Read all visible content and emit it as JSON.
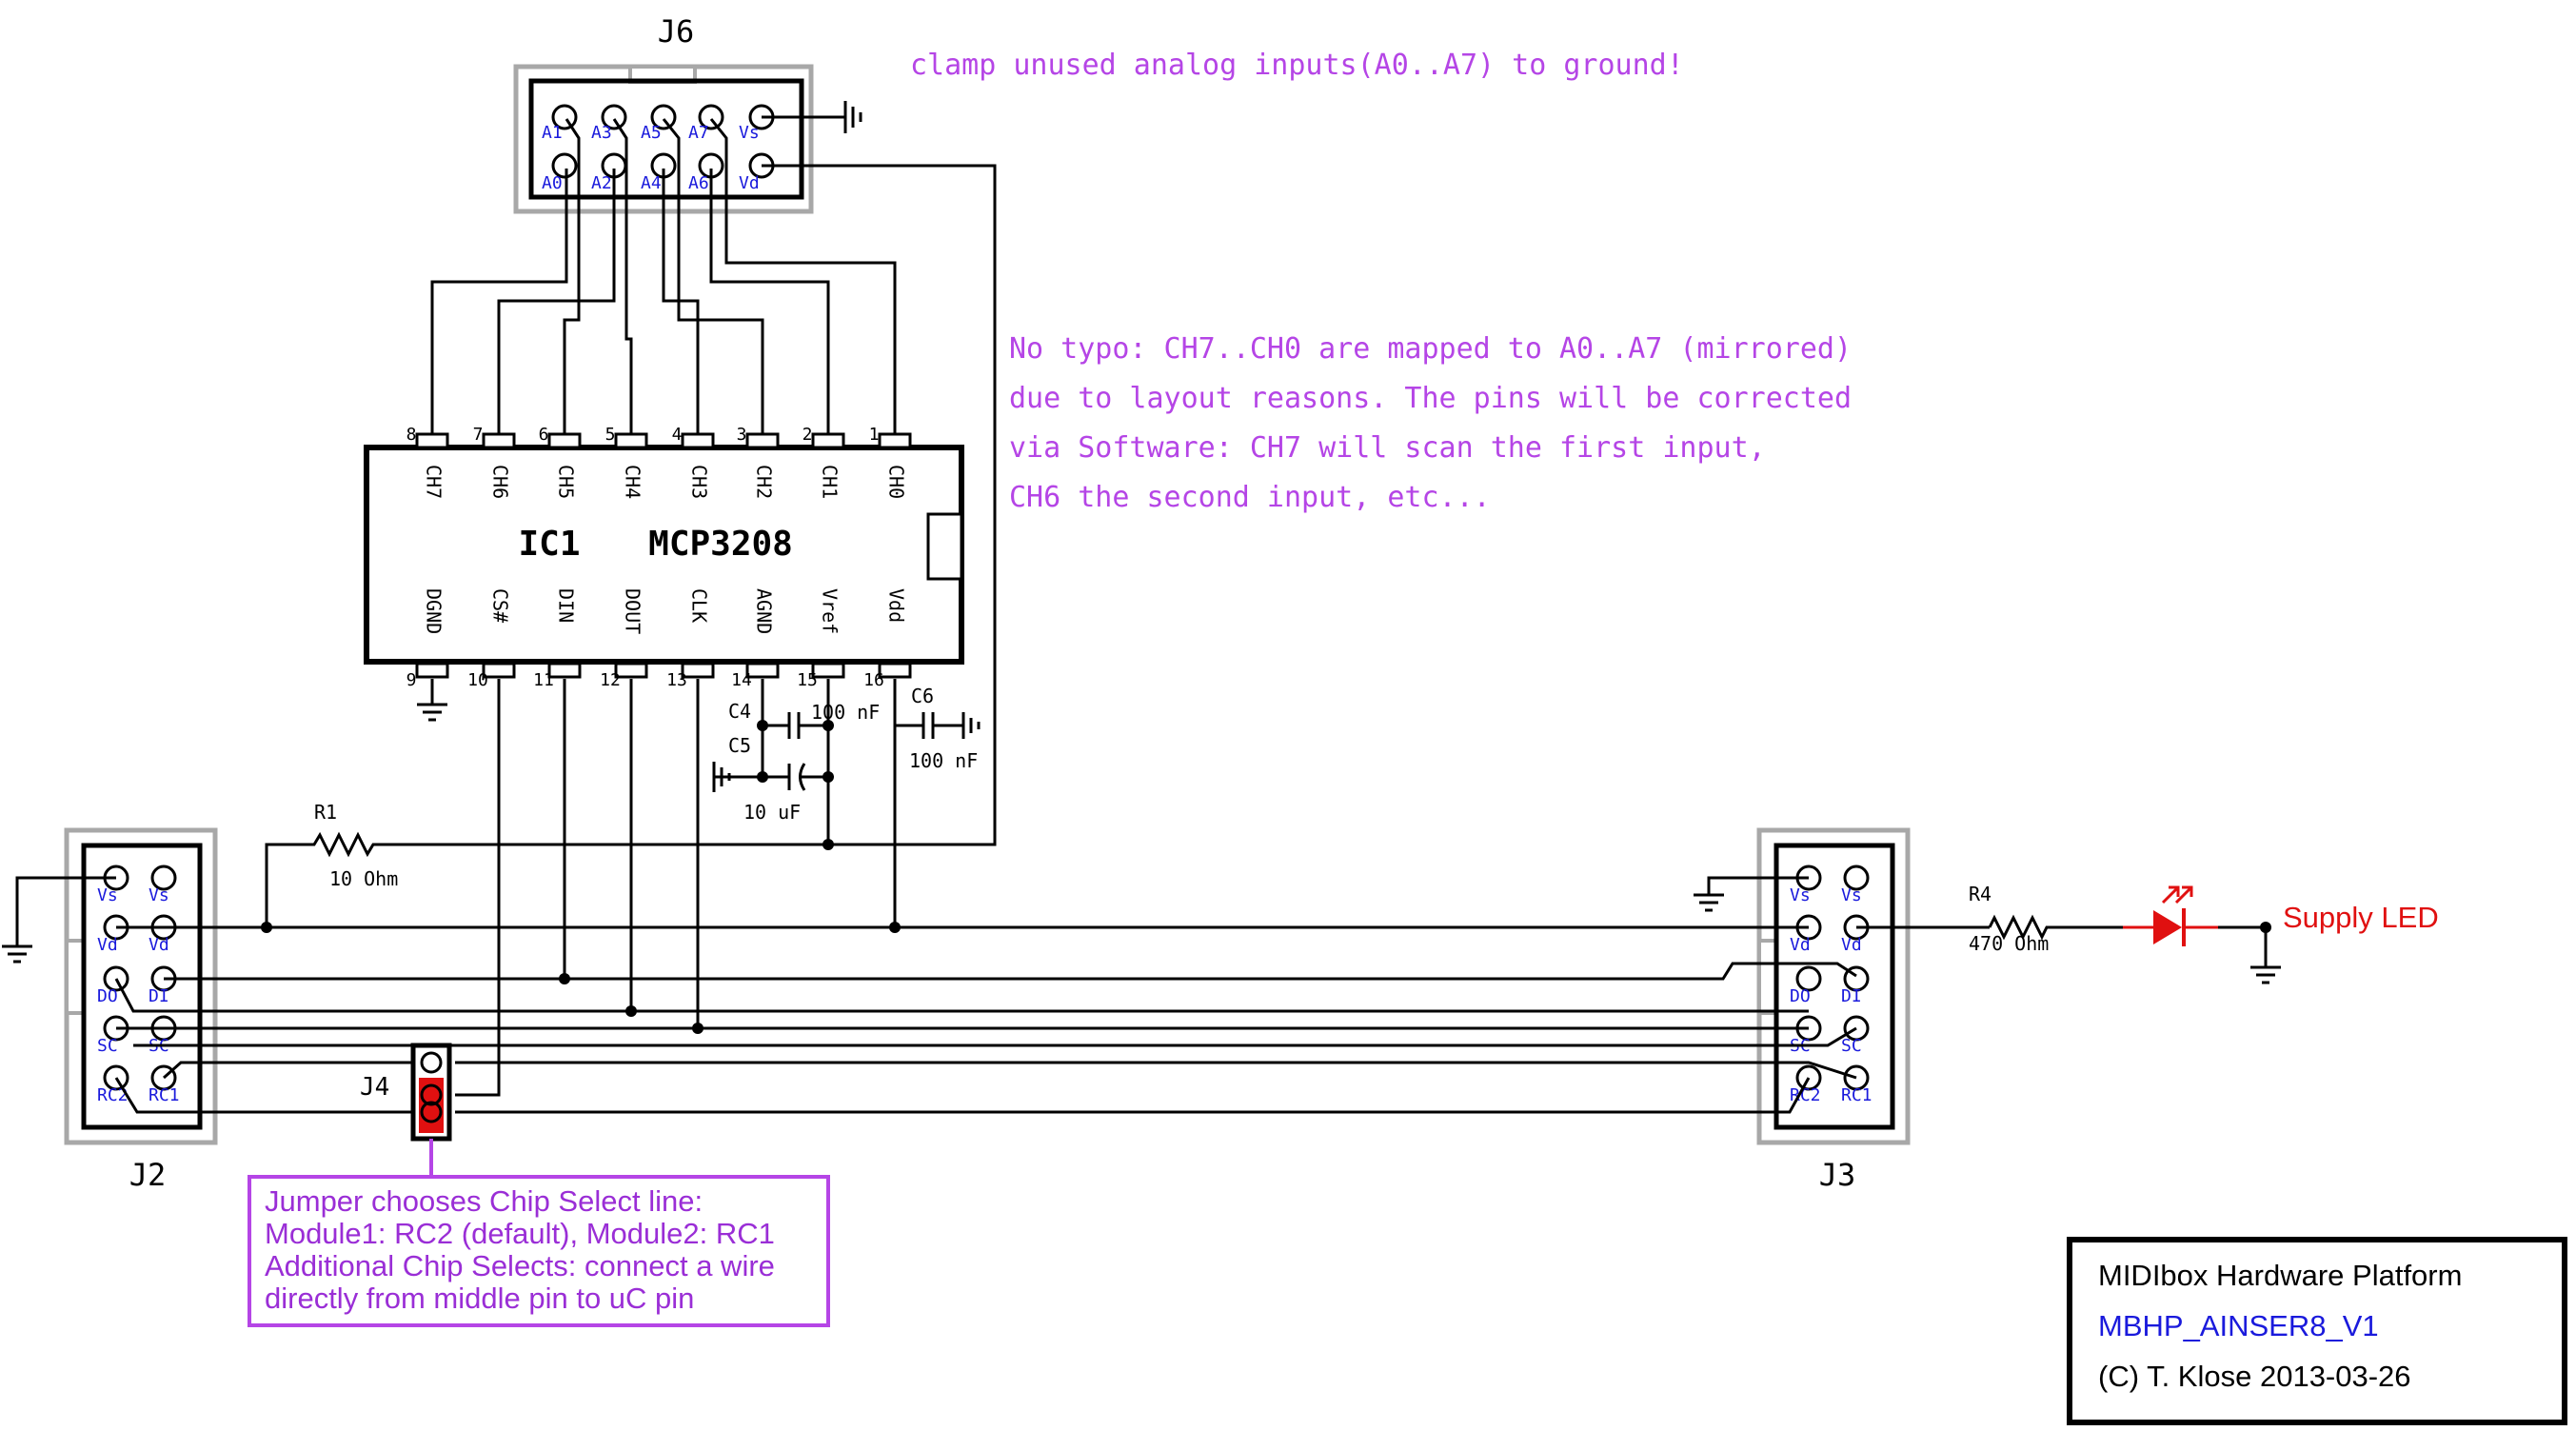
{
  "title_block": {
    "platform": "MIDIbox Hardware Platform",
    "board": "MBHP_AINSER8_V1",
    "copyright": "(C) T. Klose 2013-03-26"
  },
  "notes": {
    "clamp": "clamp unused analog inputs(A0..A7) to ground!",
    "mapping": [
      "No typo: CH7..CH0 are mapped to A0..A7 (mirrored)",
      "due to layout reasons. The pins will be corrected",
      "via Software: CH7 will scan the first input,",
      "CH6 the second input, etc..."
    ],
    "jumper": [
      "Jumper chooses Chip Select line:",
      "Module1: RC2 (default), Module2: RC1",
      "Additional Chip Selects: connect a wire",
      "directly from middle pin to uC pin"
    ]
  },
  "ic": {
    "ref": "IC1",
    "part": "MCP3208",
    "top_pins": [
      {
        "num": "8",
        "name": "CH7"
      },
      {
        "num": "7",
        "name": "CH6"
      },
      {
        "num": "6",
        "name": "CH5"
      },
      {
        "num": "5",
        "name": "CH4"
      },
      {
        "num": "4",
        "name": "CH3"
      },
      {
        "num": "3",
        "name": "CH2"
      },
      {
        "num": "2",
        "name": "CH1"
      },
      {
        "num": "1",
        "name": "CH0"
      }
    ],
    "bottom_pins": [
      {
        "num": "9",
        "name": "DGND"
      },
      {
        "num": "10",
        "name": "CS#"
      },
      {
        "num": "11",
        "name": "DIN"
      },
      {
        "num": "12",
        "name": "DOUT"
      },
      {
        "num": "13",
        "name": "CLK"
      },
      {
        "num": "14",
        "name": "AGND"
      },
      {
        "num": "15",
        "name": "Vref"
      },
      {
        "num": "16",
        "name": "Vdd"
      }
    ]
  },
  "connectors": {
    "j6": {
      "ref": "J6",
      "top_labels": [
        "A1",
        "A3",
        "A5",
        "A7",
        "Vs"
      ],
      "bottom_labels": [
        "A0",
        "A2",
        "A4",
        "A6",
        "Vd"
      ]
    },
    "j2": {
      "ref": "J2"
    },
    "j3": {
      "ref": "J3"
    },
    "j4": {
      "ref": "J4"
    },
    "header_labels": {
      "left": [
        "Vs",
        "Vd",
        "DO",
        "SC",
        "RC2"
      ],
      "right": [
        "Vs",
        "Vd",
        "DI",
        "SC",
        "RC1"
      ]
    }
  },
  "components": {
    "r1": {
      "ref": "R1",
      "value": "10 Ohm"
    },
    "r4": {
      "ref": "R4",
      "value": "470 Ohm"
    },
    "c4": {
      "ref": "C4",
      "value": "100 nF"
    },
    "c5": {
      "ref": "C5",
      "value": "10 uF"
    },
    "c6": {
      "ref": "C6",
      "value": "100 nF"
    },
    "led_label": "Supply LED"
  },
  "colors": {
    "net_label": "#1a1adc",
    "note": "#b545e6",
    "led": "#e01010",
    "jumper": "#e01010",
    "outline_gray": "#a8a8a8"
  }
}
